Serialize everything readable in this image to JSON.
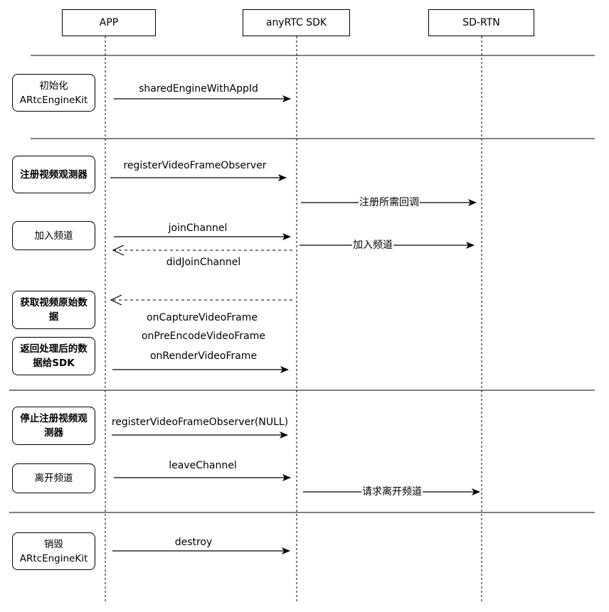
{
  "participants": {
    "app": "APP",
    "sdk": "anyRTC SDK",
    "sdrtn": "SD-RTN"
  },
  "steps": {
    "init": "初始化\nARtcEngineKit",
    "register_observer": "注册视频观测器",
    "join": "加入频道",
    "get_raw": "获取视频原始数\n据",
    "return_processed": "返回处理后的数\n据给SDK",
    "stop_observer": "停止注册视频观\n测器",
    "leave": "离开频道",
    "destroy": "销毁\nARtcEngineKit"
  },
  "messages": {
    "shared_engine": "sharedEngineWithAppId",
    "register_observer": "registerVideoFrameObserver",
    "register_callback": "注册所需回调",
    "join_channel": "joinChannel",
    "join_sdrtn": "加入频道",
    "did_join": "didJoinChannel",
    "on_capture": "onCaptureVideoFrame",
    "on_pre_encode": "onPreEncodeVideoFrame",
    "on_render": "onRenderVideoFrame",
    "register_null": "registerVideoFrameObserver(NULL)",
    "leave_channel": "leaveChannel",
    "request_leave": "请求离开频道",
    "destroy": "destroy"
  }
}
